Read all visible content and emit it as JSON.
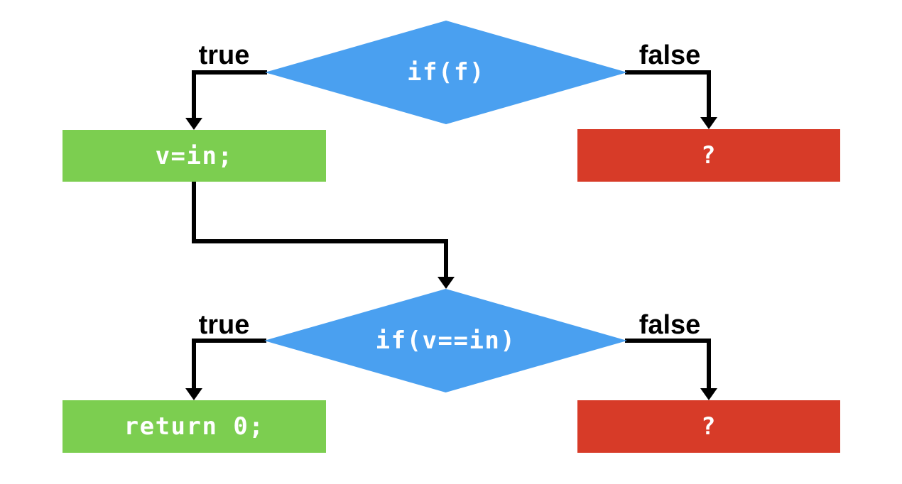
{
  "colors": {
    "decision_fill": "#4AA0F0",
    "success_fill": "#7CCE50",
    "failure_fill": "#D73B28",
    "connector": "#000000",
    "node_text": "#FFFFFF",
    "branch_label_text": "#000000",
    "background": "#FFFFFF"
  },
  "flowchart": {
    "nodes": [
      {
        "id": "decision-1",
        "type": "decision",
        "label": "if(f)"
      },
      {
        "id": "process-assign",
        "type": "process-success",
        "label": "v=in;"
      },
      {
        "id": "unknown-1",
        "type": "process-failure",
        "label": "?"
      },
      {
        "id": "decision-2",
        "type": "decision",
        "label": "if(v==in)"
      },
      {
        "id": "process-return",
        "type": "process-success",
        "label": "return 0;"
      },
      {
        "id": "unknown-2",
        "type": "process-failure",
        "label": "?"
      }
    ],
    "edges": [
      {
        "from": "decision-1",
        "label": "true",
        "to": "process-assign"
      },
      {
        "from": "decision-1",
        "label": "false",
        "to": "unknown-1"
      },
      {
        "from": "process-assign",
        "label": "",
        "to": "decision-2"
      },
      {
        "from": "decision-2",
        "label": "true",
        "to": "process-return"
      },
      {
        "from": "decision-2",
        "label": "false",
        "to": "unknown-2"
      }
    ]
  }
}
